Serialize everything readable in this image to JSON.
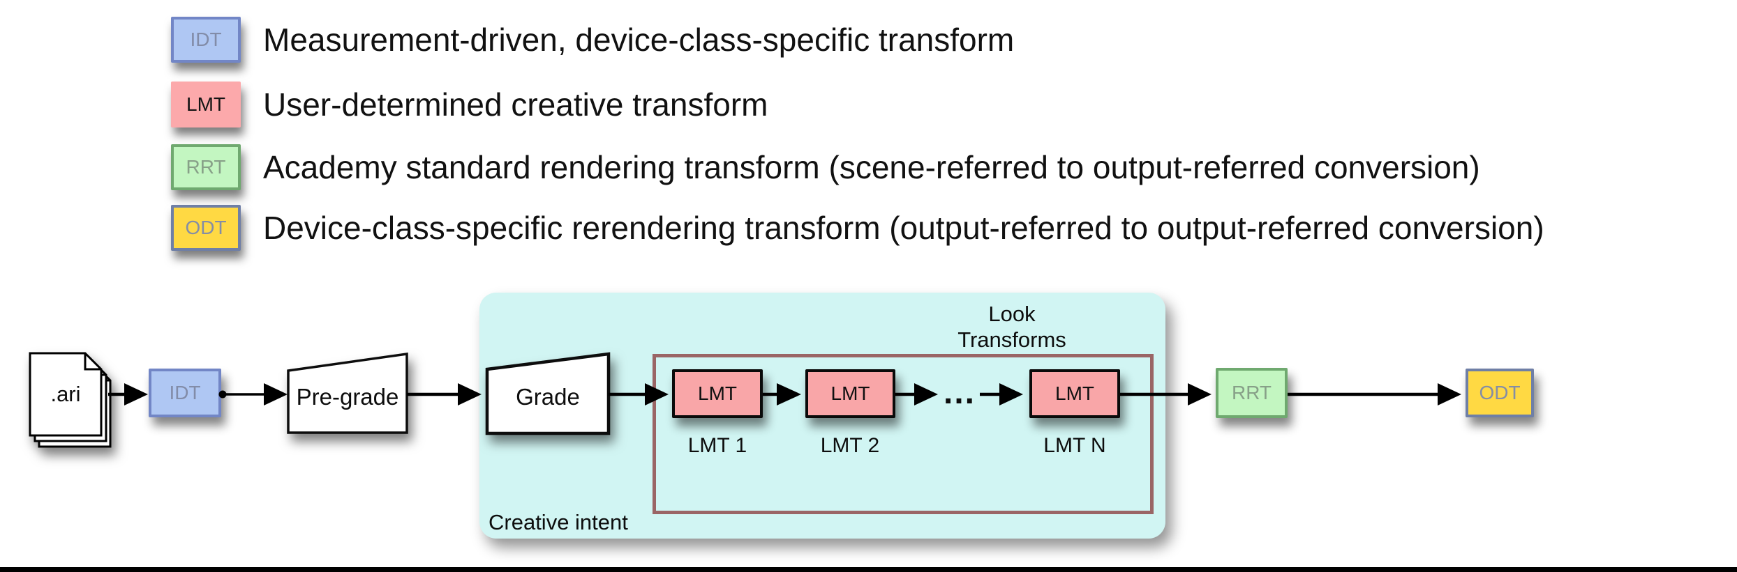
{
  "background": "#ffffff",
  "legend": {
    "items": [
      {
        "label": "IDT",
        "description": "Measurement-driven, device-class-specific transform",
        "fill": "#AFC7F3",
        "border": "#7286C6",
        "label_color": "#828CA8"
      },
      {
        "label": "LMT",
        "description": "User-determined creative transform",
        "fill": "#FCA9AB",
        "border": "none",
        "label_color": "#141414"
      },
      {
        "label": "RRT",
        "description": "Academy standard rendering transform (scene-referred to output-referred conversion)",
        "fill": "#C3F6C1",
        "border": "#6FA96F",
        "label_color": "#87A088"
      },
      {
        "label": "ODT",
        "description": "Device-class-specific rerendering transform (output-referred to output-referred conversion)",
        "fill": "#FFD943",
        "border": "#6F7FA6",
        "label_color": "#848DA6"
      }
    ]
  },
  "pipeline": {
    "source_file": ".ari",
    "idt_label": "IDT",
    "pre_grade_label": "Pre-grade",
    "grade_label": "Grade",
    "creative_intent_label": "Creative intent",
    "look_transforms_line1": "Look",
    "look_transforms_line2": "Transforms",
    "lmt_box_label": "LMT",
    "lmt_captions": [
      "LMT 1",
      "LMT 2",
      "LMT N"
    ],
    "ellipsis": "...",
    "rrt_label": "RRT",
    "odt_label": "ODT"
  },
  "colors": {
    "creative_intent_fill": "#D1F5F3",
    "look_transforms_border": "#9A6565",
    "arrow": "#000000",
    "lmt_fill": "#F9A6A8",
    "idt_fill": "#AFC7F3",
    "rrt_fill": "#C3F6C1",
    "odt_fill": "#FFD943"
  }
}
